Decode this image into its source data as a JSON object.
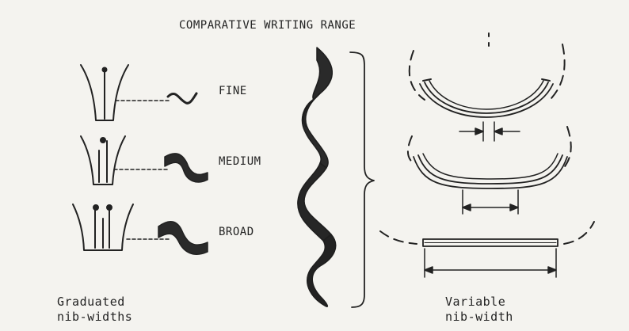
{
  "title": "COMPARATIVE WRITING RANGE",
  "nib_labels": {
    "fine": "FINE",
    "medium": "MEDIUM",
    "broad": "BROAD"
  },
  "captions": {
    "left_line1": "Graduated",
    "left_line2": "nib-widths",
    "right_line1": "Variable",
    "right_line2": "nib-width"
  },
  "colors": {
    "ink": "#222222",
    "paper": "#f4f3ef"
  }
}
